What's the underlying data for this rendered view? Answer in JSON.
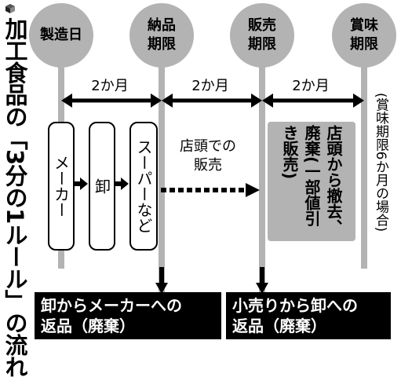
{
  "title": {
    "text": "加工食品の「3分の1ルール」の流れ"
  },
  "milestones": [
    {
      "label": "製造日"
    },
    {
      "label": "納品\n期限"
    },
    {
      "label": "販売\n期限"
    },
    {
      "label": "賞味\n期限"
    }
  ],
  "periods": [
    {
      "label": "2か月"
    },
    {
      "label": "2か月"
    },
    {
      "label": "2か月"
    }
  ],
  "supply_chain": [
    {
      "label": "メーカー"
    },
    {
      "label": "卸"
    },
    {
      "label": "スーパーなど"
    }
  ],
  "store_sale": {
    "label": "店頭での\n販売"
  },
  "removal": {
    "label": "店頭から撤去、廃棄(一部値引き販売)"
  },
  "note": {
    "label": "(賞味期限6か月の場合)"
  },
  "returns": [
    {
      "label": "卸からメーカーへの\n返品（廃棄）"
    },
    {
      "label": "小売りから卸への\n返品（廃棄）"
    }
  ],
  "colors": {
    "milestone": "#b3b3b3",
    "return_box": "#000000",
    "panel": "#b3b3b3"
  }
}
